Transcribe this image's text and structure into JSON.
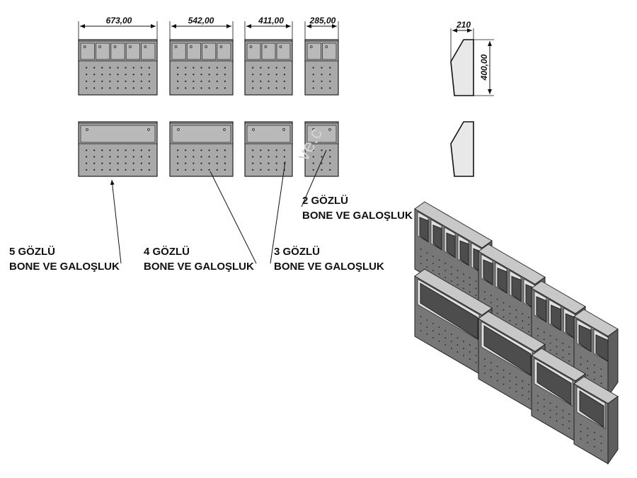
{
  "dimensions": {
    "w5": "673,00",
    "w4": "542,00",
    "w3": "411,00",
    "w2": "285,00",
    "depth": "210",
    "height": "400,00"
  },
  "labels": {
    "l5": {
      "line1": "5 GÖZLÜ",
      "line2": "BONE VE GALOŞLUK"
    },
    "l4": {
      "line1": "4 GÖZLÜ",
      "line2": "BONE VE GALOŞLUK"
    },
    "l3": {
      "line1": "3 GÖZLÜ",
      "line2": "BONE VE GALOŞLUK"
    },
    "l2": {
      "line1": "2 GÖZLÜ",
      "line2": "BONE VE GALOŞLUK"
    }
  },
  "watermark": "ve.c"
}
